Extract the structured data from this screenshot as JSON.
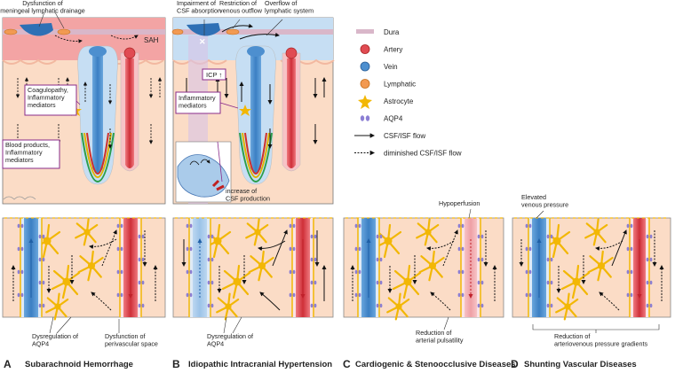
{
  "colors": {
    "dura": "#d9b7c9",
    "artery": "#e04b52",
    "vein": "#4d8fcf",
    "lymphatic": "#f29a52",
    "astrocyte": "#f2b705",
    "aqp4": "#8c7fd4",
    "tissue": "#fbdcc6",
    "subarachnoid": "#f3a4a4",
    "csf_blue": "#c6def3"
  },
  "legend": {
    "items": [
      {
        "key": "dura",
        "label": "Dura",
        "icon": "dura-bar-icon"
      },
      {
        "key": "artery",
        "label": "Artery",
        "icon": "artery-circle-icon"
      },
      {
        "key": "vein",
        "label": "Vein",
        "icon": "vein-circle-icon"
      },
      {
        "key": "lymphatic",
        "label": "Lymphatic",
        "icon": "lymphatic-circle-icon"
      },
      {
        "key": "astrocyte",
        "label": "Astrocyte",
        "icon": "astrocyte-star-icon"
      },
      {
        "key": "aqp4",
        "label": "AQP4",
        "icon": "aqp4-dots-icon"
      },
      {
        "key": "flow",
        "label": "CSF/ISF flow",
        "icon": "solid-arrow-icon"
      },
      {
        "key": "dflow",
        "label": "diminished CSF/ISF flow",
        "icon": "dashed-arrow-icon"
      }
    ]
  },
  "panelA": {
    "top_label": "Dysfunction of\nmeningeal lymphatic drainage",
    "sah": "SAH",
    "box1": "Coagulopathy,\nInflammatory\nmediators",
    "box2": "Blood products,\nInflammatory\nmediators",
    "bottom_left": "Dysregulation of\nAQP4",
    "bottom_right": "Dysfunction of\nperivascular space",
    "letter": "A",
    "title": "Subarachnoid Hemorrhage"
  },
  "panelB": {
    "top1": "Impairment of\nCSF absorption",
    "top2": "Restriction of\nvenous outflow",
    "top3": "Overflow of\nlymphatic system",
    "icp": "ICP ↑",
    "box": "Inflammatory\nmediators",
    "csf_prod": "increase of\nCSF production",
    "bottom": "Dysregulation of\nAQP4",
    "letter": "B",
    "title": "Idiopathic Intracranial Hypertension"
  },
  "panelC": {
    "top": "Hypoperfusion",
    "bottom": "Reduction of\narterial pulsatility",
    "letter": "C",
    "title": "Cardiogenic & Stenoocclusive Diseases"
  },
  "panelD": {
    "top": "Elevated\nvenous pressure",
    "bottom": "Reduction of\narteriovenous pressure gradients",
    "letter": "D",
    "title": "Shunting Vascular Diseases"
  }
}
